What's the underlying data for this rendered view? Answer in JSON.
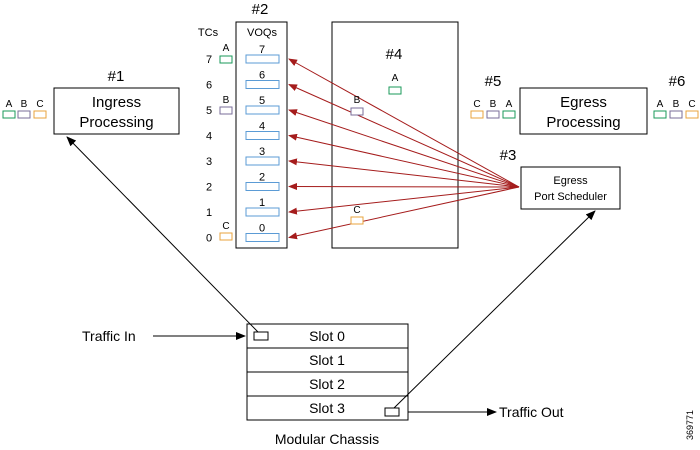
{
  "colors": {
    "a": "#1a9a5a",
    "b": "#7a6e9a",
    "c": "#e8a33c",
    "vq": "#5b9bd5",
    "arrow": "#a51c1c"
  },
  "ingress": {
    "step": "#1",
    "label_1": "Ingress",
    "label_2": "Processing",
    "markers": [
      "A",
      "B",
      "C"
    ]
  },
  "voq": {
    "step": "#2",
    "tcs_header": "TCs",
    "voqs_header": "VOQs",
    "tcs": [
      "7",
      "6",
      "5",
      "4",
      "3",
      "2",
      "1",
      "0"
    ],
    "queues": [
      "7",
      "6",
      "5",
      "4",
      "3",
      "2",
      "1",
      "0"
    ],
    "marker_a": "A",
    "marker_b": "B",
    "marker_c": "C"
  },
  "fabric": {
    "step": "#4",
    "marker_a": "A",
    "marker_b": "B",
    "marker_c": "C"
  },
  "egress": {
    "step": "#5",
    "step_right": "#6",
    "label_1": "Egress",
    "label_2": "Processing",
    "markers_left": [
      "C",
      "B",
      "A"
    ],
    "markers_right": [
      "A",
      "B",
      "C"
    ]
  },
  "scheduler": {
    "step": "#3",
    "label_1": "Egress",
    "label_2": "Port Scheduler"
  },
  "chassis": {
    "slots": [
      "Slot 0",
      "Slot 1",
      "Slot 2",
      "Slot 3"
    ],
    "caption": "Modular Chassis"
  },
  "traffic_in": "Traffic In",
  "traffic_out": "Traffic Out",
  "figure_id": "369771"
}
